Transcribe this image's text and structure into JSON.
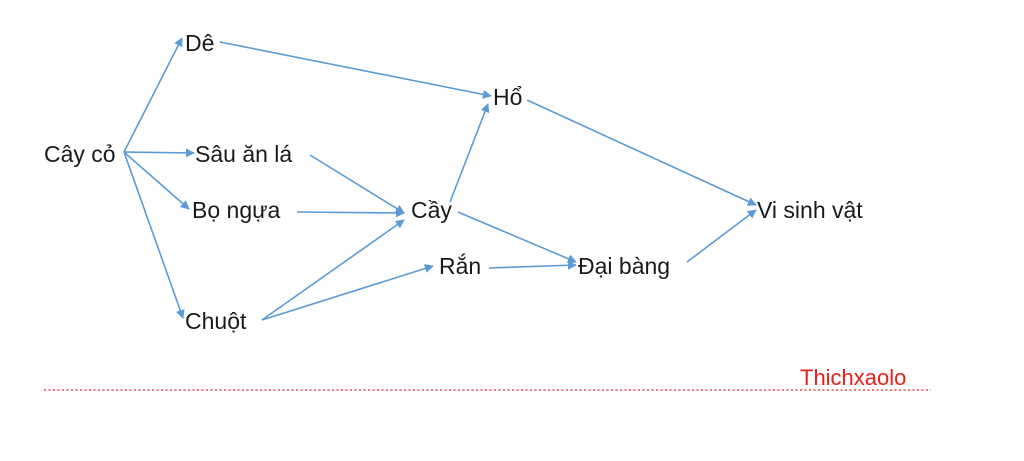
{
  "colors": {
    "edge": "#5b9bd5",
    "text": "#1a1a1a",
    "watermark": "#e8201c"
  },
  "nodes": {
    "cay_co": "Cây cỏ",
    "de": "Dê",
    "sau_an_la": "Sâu ăn lá",
    "bo_ngua": "Bọ ngựa",
    "chuot": "Chuột",
    "cay": "Cầy",
    "ran": "Rắn",
    "ho": "Hổ",
    "dai_bang": "Đại bàng",
    "vi_sinh_vat": "Vi sinh vật"
  },
  "edges": [
    {
      "from": "cay_co",
      "to": "de"
    },
    {
      "from": "cay_co",
      "to": "sau_an_la"
    },
    {
      "from": "cay_co",
      "to": "bo_ngua"
    },
    {
      "from": "cay_co",
      "to": "chuot"
    },
    {
      "from": "de",
      "to": "ho"
    },
    {
      "from": "sau_an_la",
      "to": "cay"
    },
    {
      "from": "bo_ngua",
      "to": "cay"
    },
    {
      "from": "chuot",
      "to": "cay"
    },
    {
      "from": "chuot",
      "to": "ran"
    },
    {
      "from": "cay",
      "to": "ho"
    },
    {
      "from": "cay",
      "to": "dai_bang"
    },
    {
      "from": "ran",
      "to": "dai_bang"
    },
    {
      "from": "ho",
      "to": "vi_sinh_vat"
    },
    {
      "from": "dai_bang",
      "to": "vi_sinh_vat"
    }
  ],
  "watermark": "Thichxaolo"
}
